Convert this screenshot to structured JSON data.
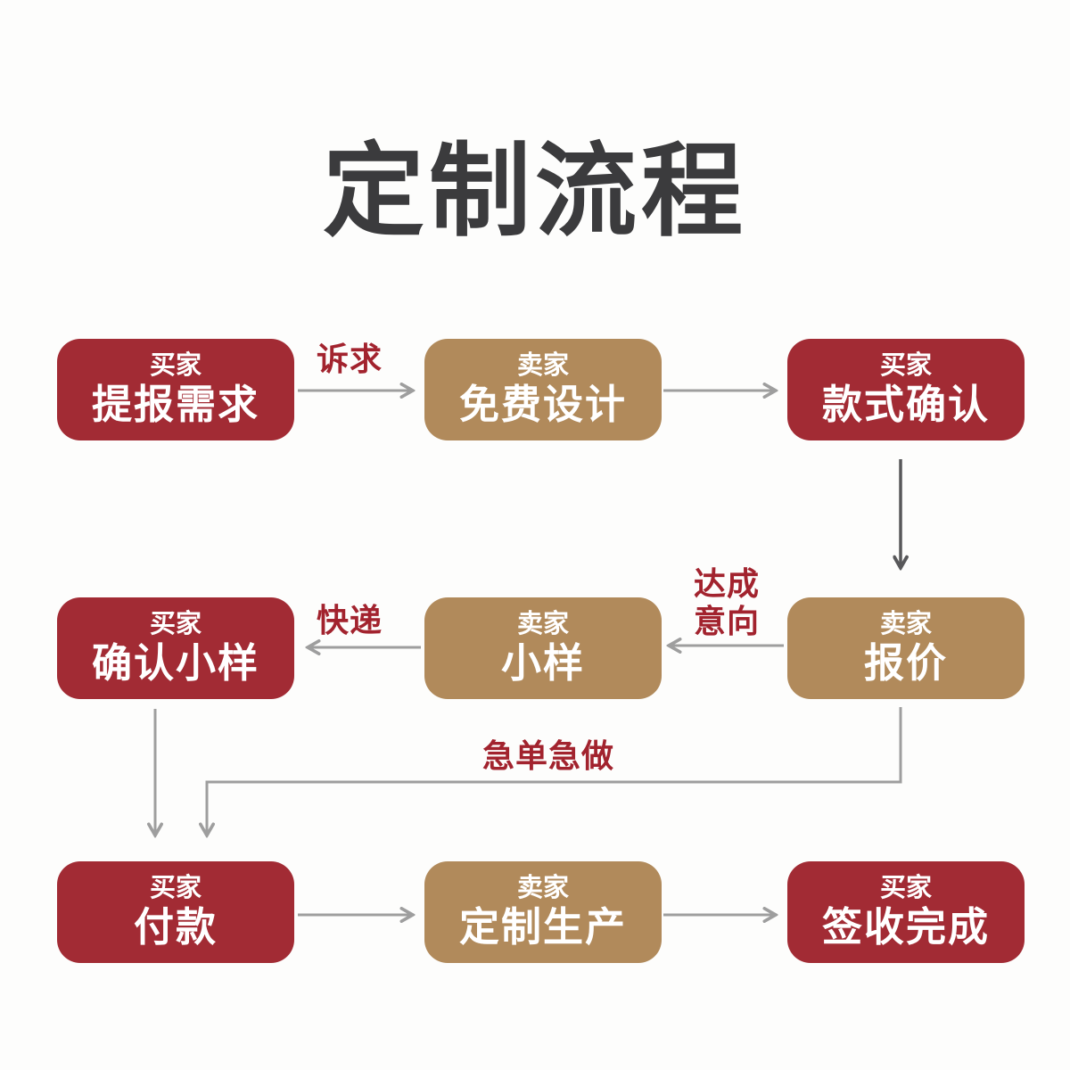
{
  "title": "定制流程",
  "palette": {
    "buyer_red": "#A22B34",
    "seller_tan": "#B18A5B",
    "label_red": "#A2232E",
    "arrow_gray": "#9E9E9E",
    "arrow_dark_gray": "#58585A",
    "title_color": "#3B3B3D",
    "node_text": "#FFFFFF",
    "background": "#FDFDFC"
  },
  "nodes": [
    {
      "role": "买家",
      "label": "提报需求",
      "type": "buyer"
    },
    {
      "role": "卖家",
      "label": "免费设计",
      "type": "seller"
    },
    {
      "role": "买家",
      "label": "款式确认",
      "type": "buyer"
    },
    {
      "role": "买家",
      "label": "确认小样",
      "type": "buyer"
    },
    {
      "role": "卖家",
      "label": "小样",
      "type": "seller"
    },
    {
      "role": "卖家",
      "label": "报价",
      "type": "seller"
    },
    {
      "role": "买家",
      "label": "付款",
      "type": "buyer"
    },
    {
      "role": "卖家",
      "label": "定制生产",
      "type": "seller"
    },
    {
      "role": "买家",
      "label": "签收完成",
      "type": "buyer"
    }
  ],
  "edge_labels": {
    "demand": "诉求",
    "reach_agreement": "达成\n意向",
    "express": "快递",
    "urgent": "急单急做"
  }
}
